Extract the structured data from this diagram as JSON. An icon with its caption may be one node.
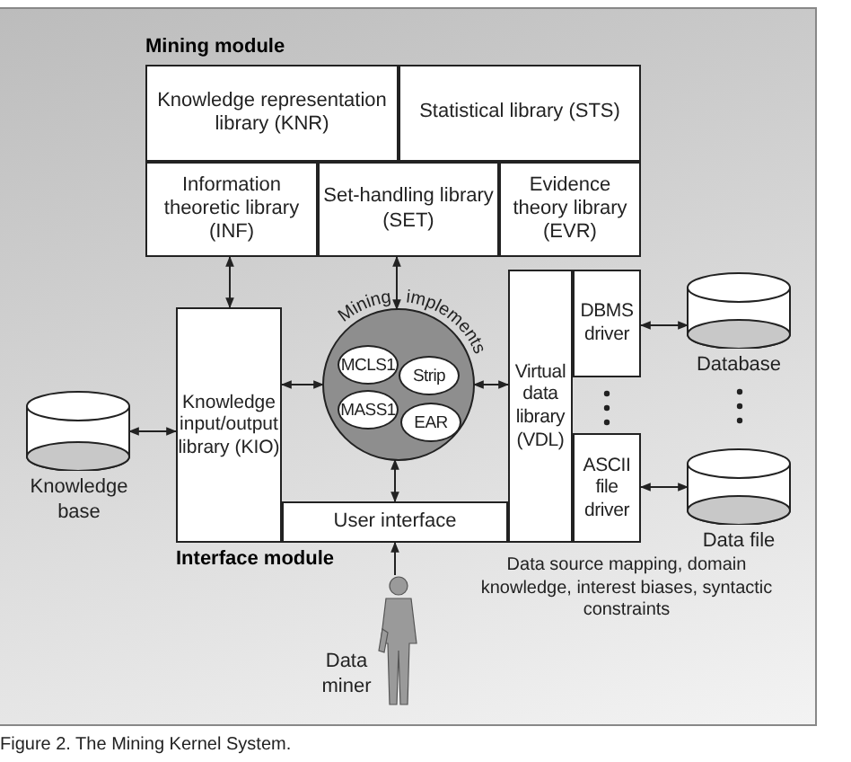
{
  "diagram": {
    "caption": "Figure 2. The Mining Kernel System.",
    "nodes": [
      {
        "text": [
          "Mining module"
        ]
      },
      {
        "text": [
          "Knowledge representation library (KNR)"
        ],
        "in": 0
      },
      {
        "text": [
          "Statistical library (STS)"
        ],
        "in": 0
      },
      {
        "text": [
          "Information theoretic library (INF)"
        ],
        "in": 0
      },
      {
        "text": [
          "Set-handling library (SET)"
        ],
        "in": 0
      },
      {
        "text": [
          "Evidence theory library (EVR)"
        ],
        "in": 0
      },
      {
        "text": [
          "Knowledge input/output library (KIO)"
        ]
      },
      {
        "text": [
          "Mining implements"
        ]
      },
      {
        "text": [
          "MCLS1"
        ],
        "in": 7
      },
      {
        "text": [
          "Strip"
        ],
        "in": 7
      },
      {
        "text": [
          "MASS1"
        ],
        "in": 7
      },
      {
        "text": [
          "EAR"
        ],
        "in": 7
      },
      {
        "text": [
          "User interface"
        ]
      },
      {
        "text": [
          "Virtual data library (VDL)"
        ]
      },
      {
        "text": [
          "DBMS driver"
        ]
      },
      {
        "text": [
          "ASCII file driver"
        ]
      },
      {
        "text": [
          "Knowledge base"
        ]
      },
      {
        "text": [
          "Database"
        ]
      },
      {
        "text": [
          "Data file"
        ]
      },
      {
        "text": [],
        "shape": "person",
        "beside": [
          "Data miner"
        ]
      }
    ],
    "edges": [
      {
        "from": 3,
        "to": 6,
        "arrow": "both"
      },
      {
        "from": 4,
        "to": 7,
        "arrow": "both"
      },
      {
        "from": 16,
        "to": 6,
        "arrow": "both"
      },
      {
        "from": 6,
        "to": 7,
        "arrow": "both"
      },
      {
        "from": 7,
        "to": 13,
        "arrow": "both"
      },
      {
        "from": 7,
        "to": 12,
        "arrow": "both"
      },
      {
        "from": 14,
        "to": 17,
        "arrow": "both"
      },
      {
        "from": 15,
        "to": 18,
        "arrow": "both"
      },
      {
        "from": 19,
        "to": 12,
        "arrow": "to",
        "label": "Data source mapping, domain knowledge, interest biases, syntactic constraints"
      }
    ],
    "labels": [
      "Interface module"
    ]
  }
}
